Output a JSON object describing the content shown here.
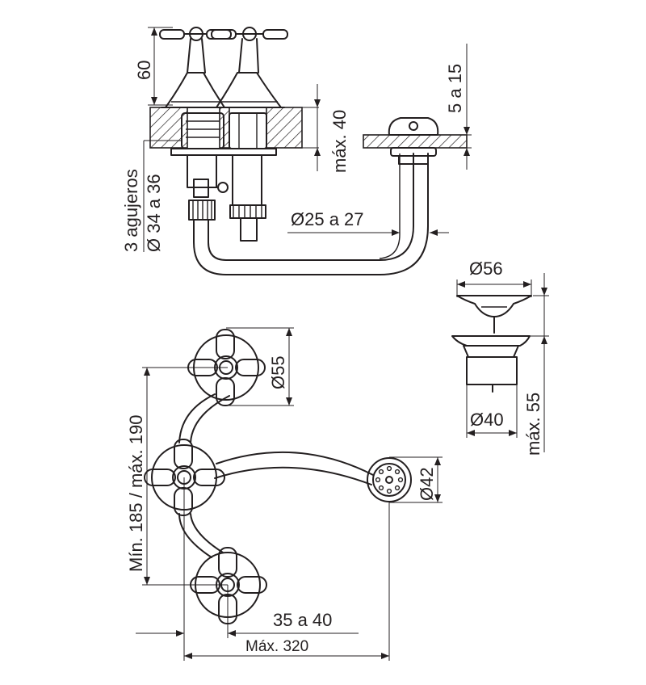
{
  "dimensions": {
    "handle_height": "60",
    "max_deck_thickness": "máx. 40",
    "holes_count": "3 agujeros",
    "holes_diameter": "Ø 34 a 36",
    "pipe_diameter": "Ø25 a 27",
    "plug_deck_thickness": "5 a 15",
    "plug_top_diameter": "Ø56",
    "plug_body_diameter": "Ø40",
    "plug_max_height": "máx. 55",
    "handle_diameter": "Ø55",
    "spray_diameter": "Ø42",
    "center_spacing": "Mín. 185 / máx. 190",
    "offset": "35 a 40",
    "max_length": "Máx. 320"
  }
}
